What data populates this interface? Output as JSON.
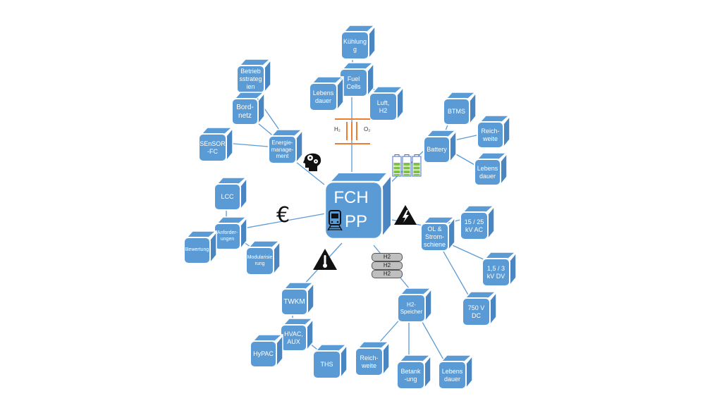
{
  "center": {
    "line1": "FCH",
    "line2": "PP"
  },
  "nodes": {
    "kuehlung": "Kühlung\ng",
    "fuel_cells": "Fuel\nCells",
    "lebensdauer_fc": "Lebens\ndauer",
    "luft_h2": "Luft,\nH2",
    "betriebsstrategien": "Betrieb\nsstrateg\nien",
    "bordnetz": "Bord-\nnetz",
    "sensor_fc": "SEnSOR\n-FC",
    "energiemanagement": "Energie-\nmanage-\nment",
    "btms": "BTMS",
    "reichweite_batt": "Reich-\nweite",
    "battery": "Battery",
    "lebensdauer_batt": "Lebens\ndauer",
    "lcc": "LCC",
    "anforderungen": "Anforder-\nungen",
    "bewertung": "Bewertung",
    "modularisierung": "Modularisie\nrung",
    "ol_stromschiene": "OL &\nStrom-\nschiene",
    "kv_ac": "15 / 25\nkV AC",
    "kv_dv": "1,5 / 3\nkV DV",
    "v_dc": "750 V\nDC",
    "twkm": "TWKM",
    "hvac_aux": "HVAC,\nAUX",
    "hypac": "HyPAC",
    "ths": "THS",
    "h2_speicher": "H2-\nSpeicher",
    "reichweite_h2": "Reich-\nweite",
    "betankung": "Betank\n-ung",
    "lebensdauer_h2": "Lebens\ndauer"
  },
  "symbols": {
    "fuel_cell_h2": "H₂",
    "fuel_cell_o2": "O₂",
    "euro": "€",
    "h2_tanks": [
      "H2",
      "H2",
      "H2"
    ]
  },
  "colors": {
    "cube": "#5b9bd5",
    "cube_side": "#4a86c2",
    "lines": "#5b9bd5",
    "fuel_cell": "#ed7d31",
    "battery": "#7dc242"
  }
}
